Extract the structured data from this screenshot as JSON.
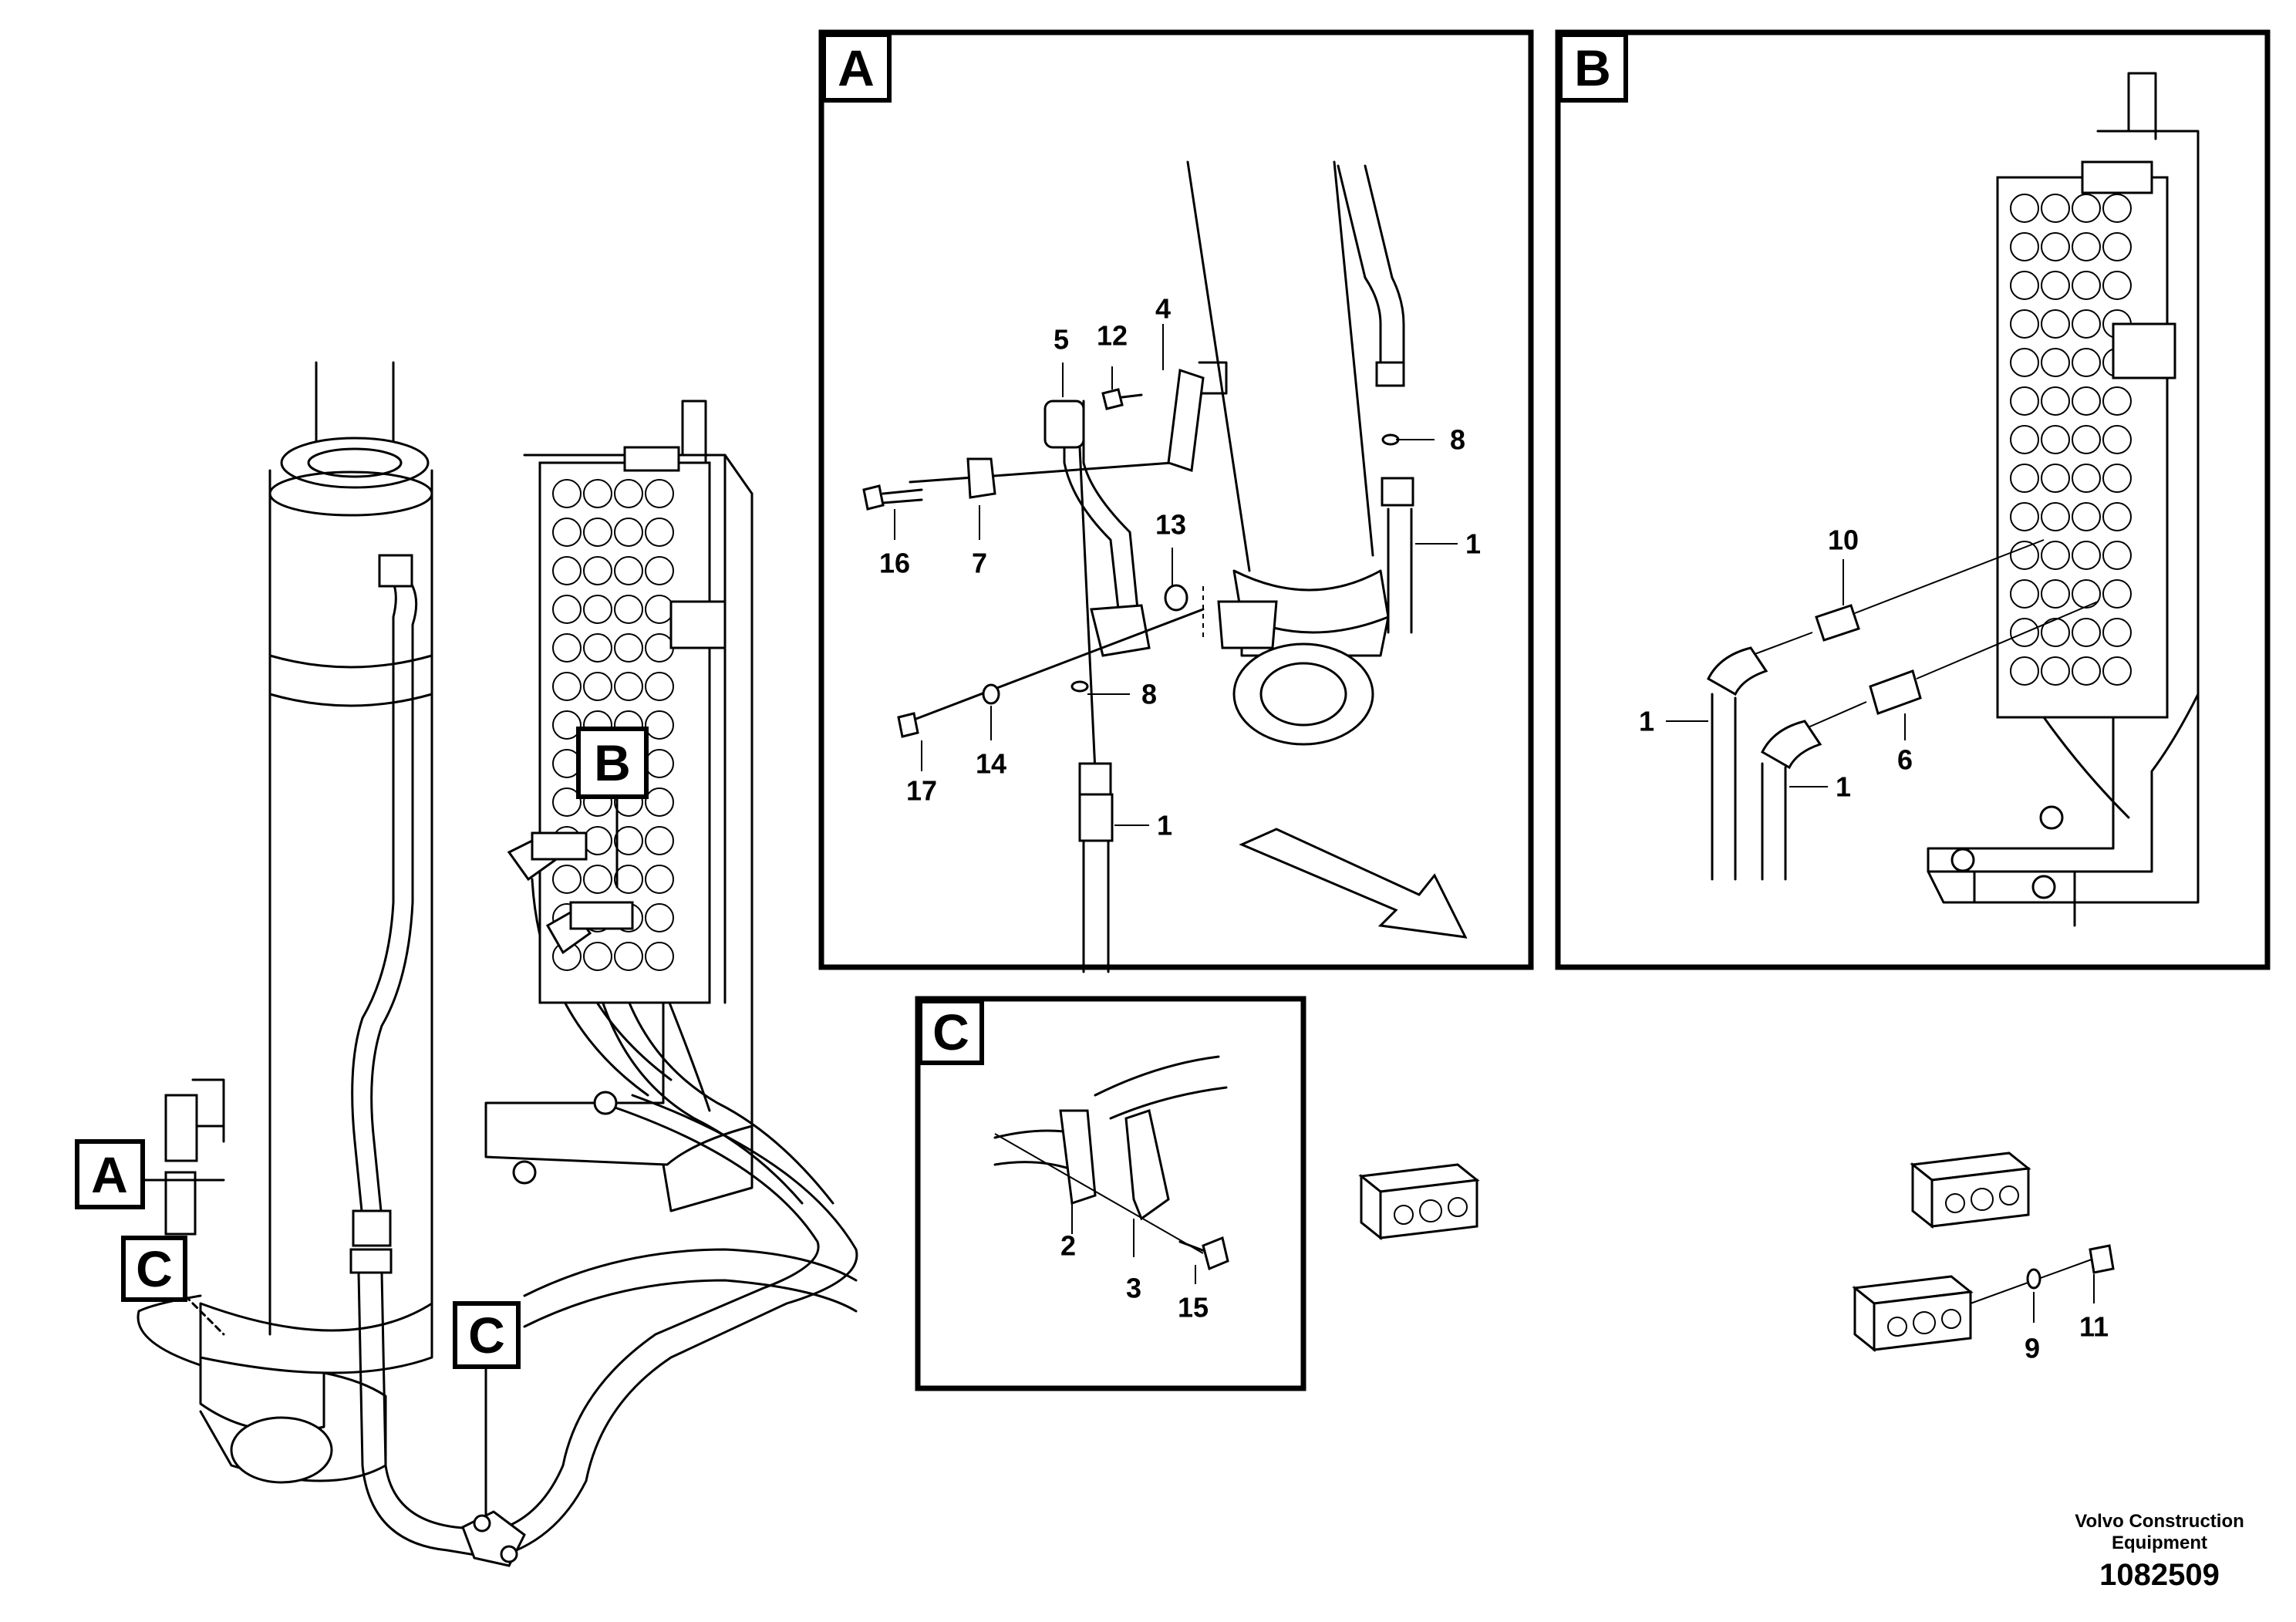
{
  "panels": {
    "A": "A",
    "B": "B",
    "C": "C"
  },
  "overview_tags": {
    "A": "A",
    "B": "B",
    "C1": "C",
    "C2": "C"
  },
  "part_numbers": {
    "a_5": "5",
    "a_12": "12",
    "a_4": "4",
    "a_8_top": "8",
    "a_1_top": "1",
    "a_16": "16",
    "a_7": "7",
    "a_13": "13",
    "a_8_mid": "8",
    "a_17": "17",
    "a_14": "14",
    "a_1_bot": "1",
    "b_10": "10",
    "b_1_left": "1",
    "b_1_mid": "1",
    "b_6": "6",
    "c_2": "2",
    "c_3": "3",
    "c_15": "15",
    "m_9": "9",
    "m_11": "11"
  },
  "footer": {
    "brand_line1": "Volvo Construction",
    "brand_line2": "Equipment",
    "drawing_number": "1082509"
  }
}
